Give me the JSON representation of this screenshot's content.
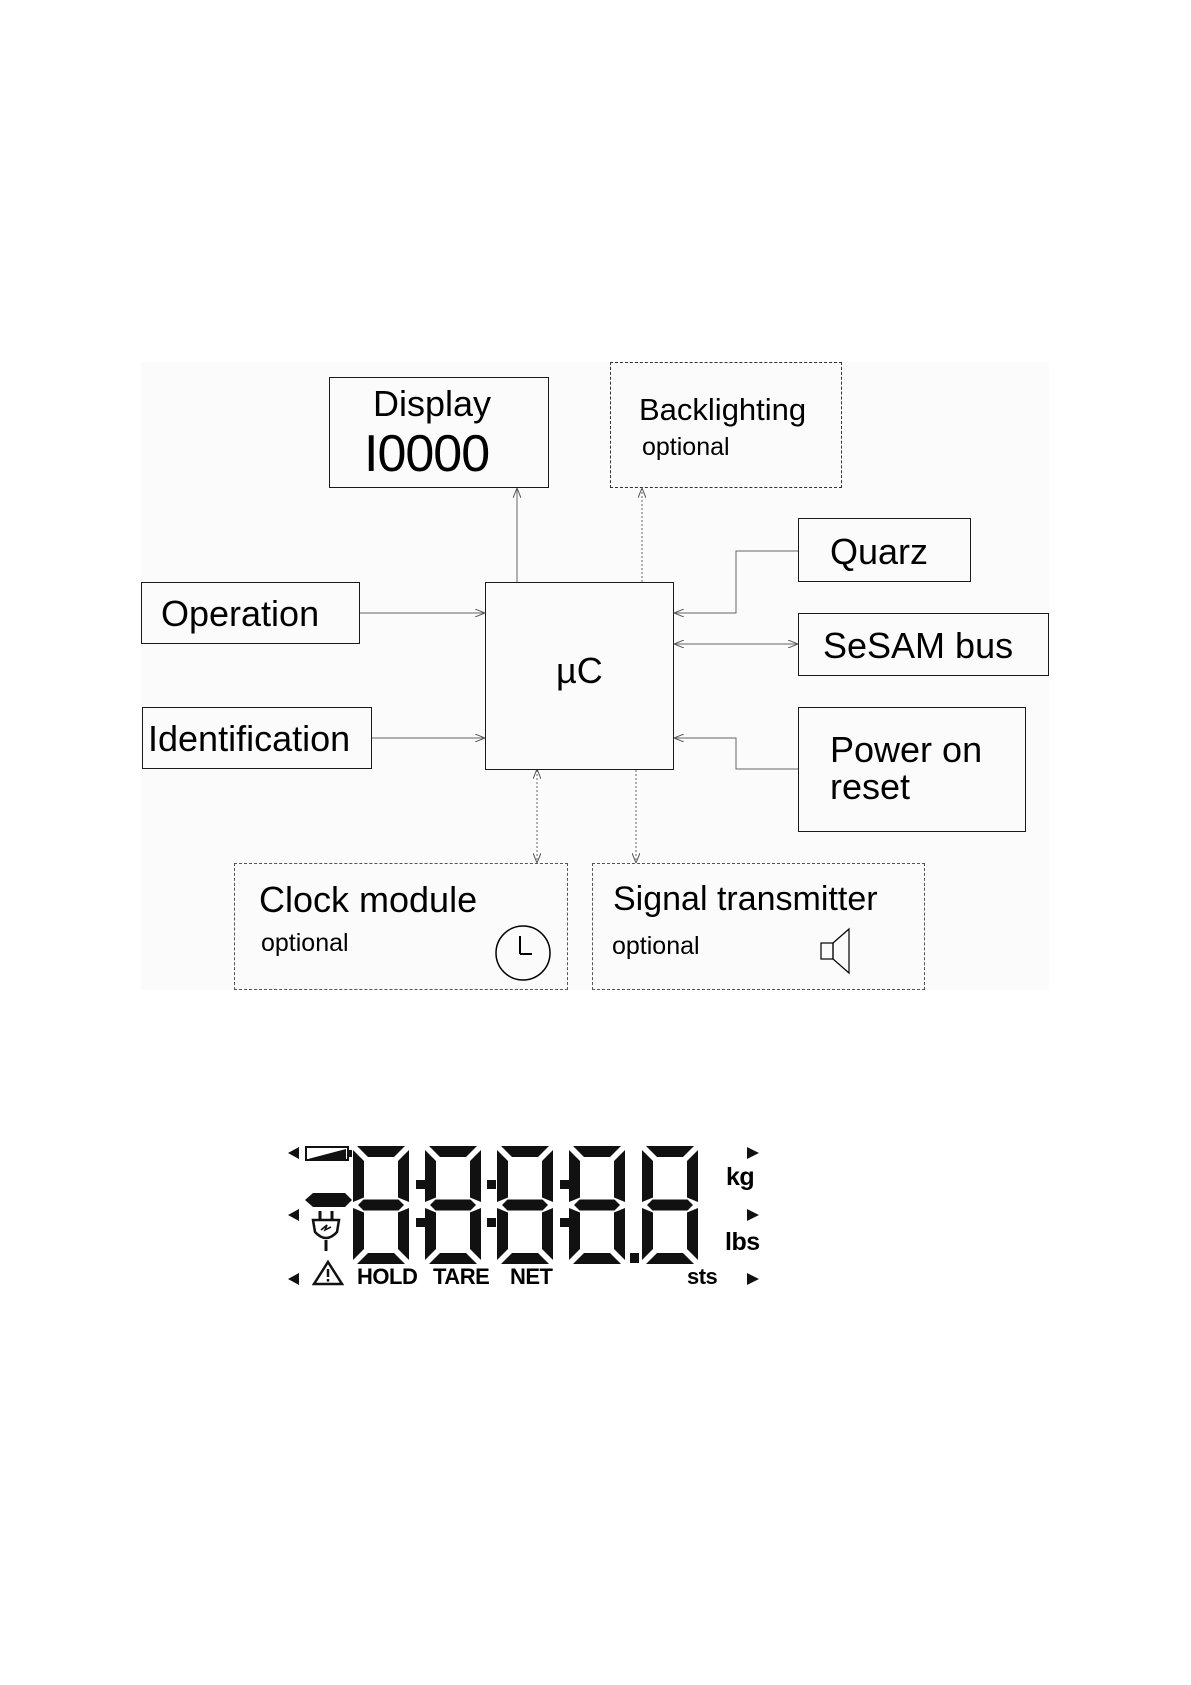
{
  "diagram": {
    "display": {
      "title": "Display",
      "value": "I0000"
    },
    "backlighting": {
      "title": "Backlighting",
      "sub": "optional"
    },
    "operation": {
      "title": "Operation"
    },
    "identification": {
      "title": "Identification"
    },
    "mcu": {
      "title": "µC"
    },
    "quarz": {
      "title": "Quarz"
    },
    "sesam": {
      "title": "SeSAM bus"
    },
    "power": {
      "title_line1": "Power on",
      "title_line2": "reset"
    },
    "clock": {
      "title": "Clock module",
      "sub": "optional"
    },
    "signal": {
      "title": "Signal transmitter",
      "sub": "optional"
    }
  },
  "lcd": {
    "digits": "8",
    "labels": {
      "kg": "kg",
      "lbs": "lbs",
      "hold": "HOLD",
      "tare": "TARE",
      "net": "NET",
      "sts": "sts"
    }
  },
  "colors": {
    "line": "#1a1a1a",
    "lcd": "#111111",
    "panel": "#fbfbfb"
  }
}
